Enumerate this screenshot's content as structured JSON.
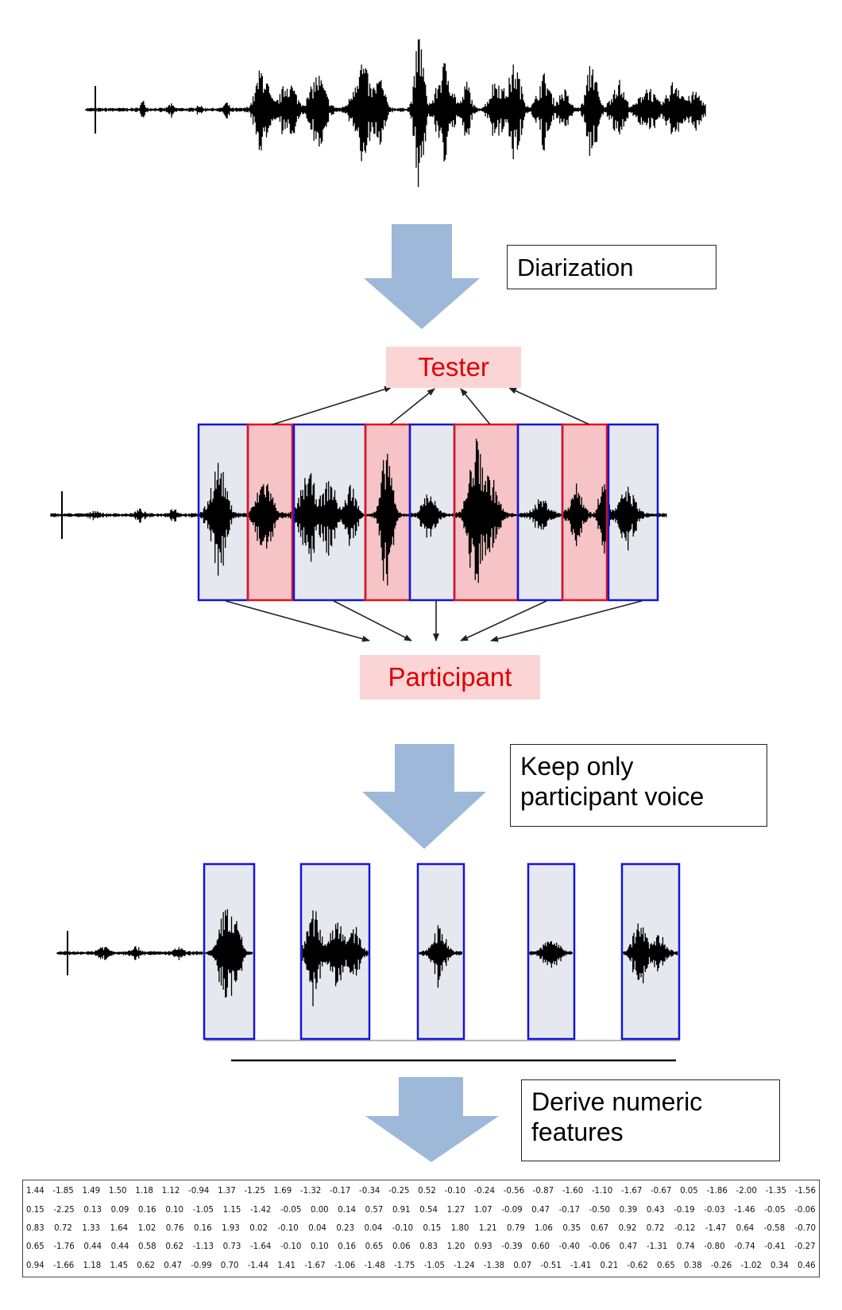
{
  "labels": {
    "diarization": "Diarization",
    "tester": "Tester",
    "participant": "Participant",
    "keep_line1": "Keep only",
    "keep_line2": "participant voice",
    "derive_line1": "Derive numeric",
    "derive_line2": "features"
  },
  "colors": {
    "arrow_fill": "#9db8d9",
    "tester_segment": "#f6c4c6",
    "tester_border": "#e0141e",
    "participant_segment": "#e6e8f0",
    "participant_border": "#1414d8",
    "role_label_bg": "#fbd5d6",
    "role_label_text": "#e00000",
    "waveform": "#000000"
  },
  "segment_sequence": [
    "participant",
    "tester",
    "participant",
    "tester",
    "participant",
    "tester",
    "participant",
    "tester",
    "participant"
  ],
  "feature_table": [
    [
      "1.44",
      "-1.85",
      "1.49",
      "1.50",
      "1.18",
      "1.12",
      "-0.94",
      "1.37",
      "-1.25",
      "1.69",
      "-1.32",
      "-0.17",
      "-0.34",
      "-0.25",
      "0.52",
      "-0.10",
      "-0.24",
      "-0.56",
      "-0.87",
      "-1.60",
      "-1.10",
      "-1.67",
      "-0.67",
      "0.05",
      "-1.86",
      "-2.00",
      "-1.35",
      "-1.56"
    ],
    [
      "0.15",
      "-2.25",
      "0.13",
      "0.09",
      "0.16",
      "0.10",
      "-1.05",
      "1.15",
      "-1.42",
      "-0.05",
      "0.00",
      "0.14",
      "0.57",
      "0.91",
      "0.54",
      "1.27",
      "1.07",
      "-0.09",
      "0.47",
      "-0.17",
      "-0.50",
      "0.39",
      "0.43",
      "-0.19",
      "-0.03",
      "-1.46",
      "-0.05",
      "-0.06"
    ],
    [
      "0.83",
      "0.72",
      "1.33",
      "1.64",
      "1.02",
      "0.76",
      "0.16",
      "1.93",
      "0.02",
      "-0.10",
      "0.04",
      "0.23",
      "0.04",
      "-0.10",
      "0.15",
      "1.80",
      "1.21",
      "0.79",
      "1.06",
      "0.35",
      "0.67",
      "0.92",
      "0.72",
      "-0.12",
      "-1.47",
      "0.64",
      "-0.58",
      "-0.70"
    ],
    [
      "0.65",
      "-1.76",
      "0.44",
      "0.44",
      "0.58",
      "0.62",
      "-1.13",
      "0.73",
      "-1.64",
      "-0.10",
      "0.10",
      "0.16",
      "0.65",
      "0.06",
      "0.83",
      "1.20",
      "0.93",
      "-0.39",
      "0.60",
      "-0.40",
      "-0.06",
      "0.47",
      "-1.31",
      "0.74",
      "-0.80",
      "-0.74",
      "-0.41",
      "-0.27"
    ],
    [
      "0.94",
      "-1.66",
      "1.18",
      "1.45",
      "0.62",
      "0.47",
      "-0.99",
      "0.70",
      "-1.44",
      "1.41",
      "-1.67",
      "-1.06",
      "-1.48",
      "-1.75",
      "-1.05",
      "-1.24",
      "-1.38",
      "0.07",
      "-0.51",
      "-1.41",
      "0.21",
      "-0.62",
      "0.65",
      "0.38",
      "-0.26",
      "-1.02",
      "0.34",
      "0.46"
    ]
  ]
}
